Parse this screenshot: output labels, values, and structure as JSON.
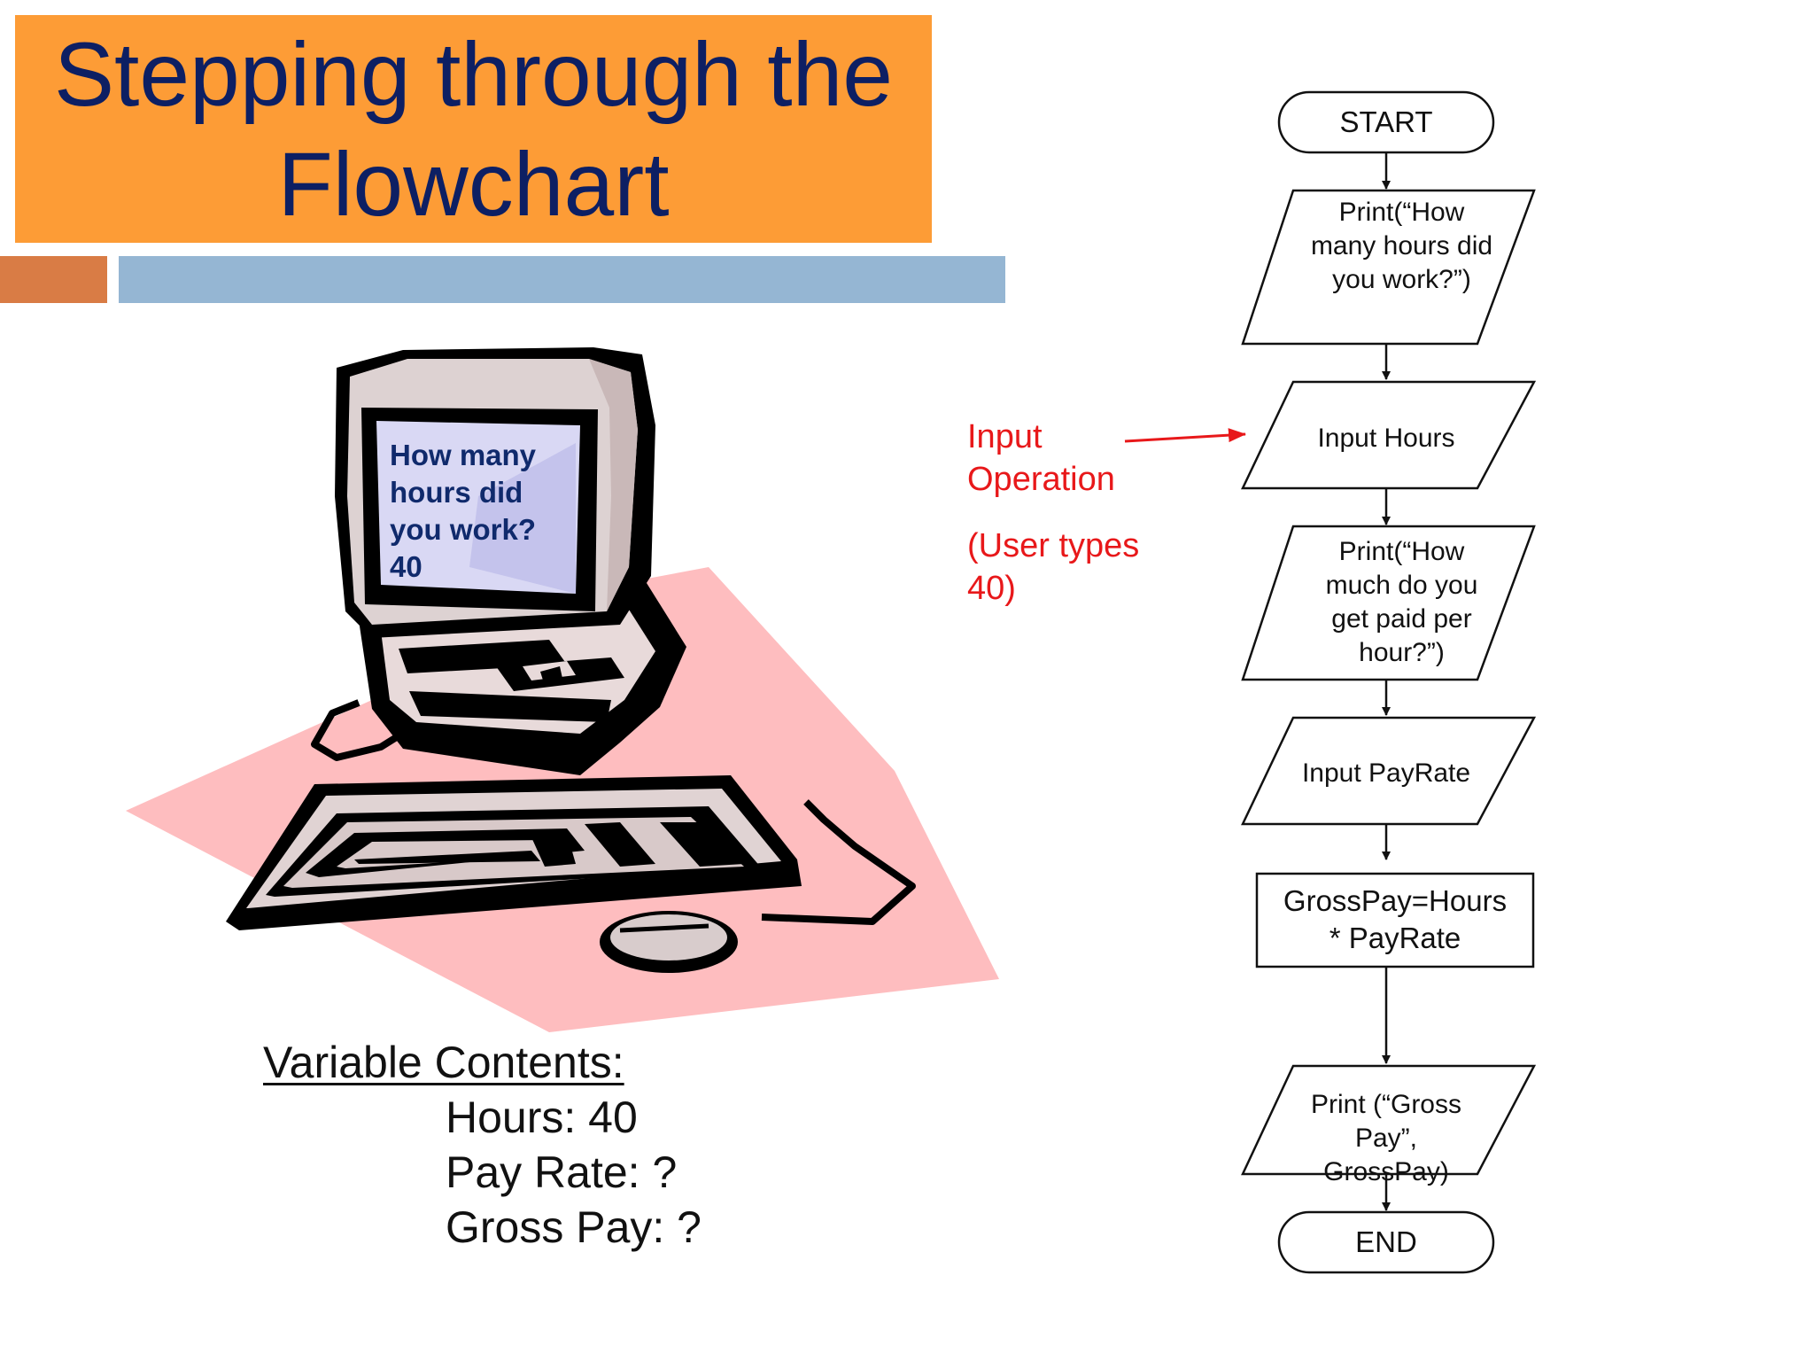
{
  "slide": {
    "title_lines": [
      "Stepping through the",
      "Flowchart"
    ],
    "accent_colors": {
      "title_background": "#fd9c36",
      "title_text": "#0d1f63",
      "left_bar": "#d97c45",
      "right_bar": "#95b6d3",
      "annotation": "#e8181a",
      "screen_text": "#102a6c"
    }
  },
  "computer_clipart": {
    "screen_lines": [
      "How many",
      "hours did",
      "you work?",
      "40"
    ]
  },
  "annotation": {
    "operation_lines": [
      "Input",
      "Operation"
    ],
    "user_lines": [
      "(User types",
      "40)"
    ]
  },
  "variables": {
    "heading": "Variable Contents:",
    "items": [
      "Hours: 40",
      "Pay Rate: ?",
      "Gross Pay: ?"
    ]
  },
  "flowchart": {
    "start": "START",
    "print_hours": [
      "Print(“How",
      "many hours did",
      "you work?”)"
    ],
    "input_hours": "Input Hours",
    "print_rate": [
      "Print(“How",
      "much do you",
      "get paid per",
      "hour?”)"
    ],
    "input_rate": "Input PayRate",
    "process": [
      "GrossPay=Hours",
      "* PayRate"
    ],
    "print_gross": [
      "Print (“Gross",
      "Pay”,",
      "GrossPay)"
    ],
    "end": "END"
  }
}
